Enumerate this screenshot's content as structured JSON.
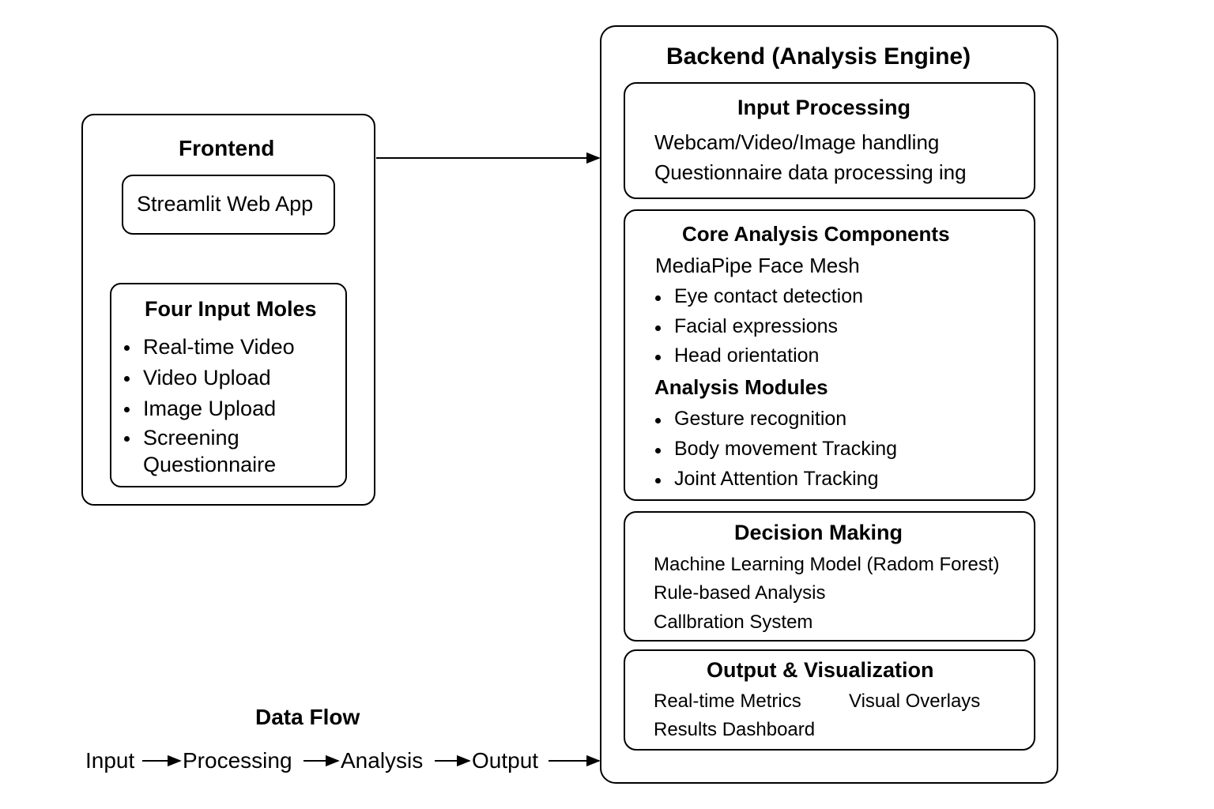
{
  "frontend": {
    "title": "Frontend",
    "app": "Streamlit Web App",
    "modes": {
      "title": "Four Input Moles",
      "items": [
        "Real-time Video",
        "Video Upload",
        "Image Upload",
        "Screening",
        "Questionnaire"
      ]
    }
  },
  "backend": {
    "title": "Backend (Analysis Engine)",
    "input": {
      "title": "Input Processing",
      "lines": [
        "Webcam/Video/Image handling",
        "Questionnaire data processing ing"
      ]
    },
    "core": {
      "title": "Core Analysis Components",
      "subtitle": "MediaPipe Face Mesh",
      "items": [
        "Eye contact detection",
        "Facial expressions",
        "Head orientation"
      ],
      "modules_title": "Analysis Modules",
      "modules": [
        "Gesture recognition",
        "Body movement Tracking",
        "Joint Attention Tracking"
      ]
    },
    "decision": {
      "title": "Decision Making",
      "lines": [
        "Machine Learning Model (Radom Forest)",
        "Rule-based Analysis",
        "Callbration System"
      ]
    },
    "output": {
      "title": "Output & Visualization",
      "lines": [
        "Real-time Metrics",
        "Visual Overlays",
        "Results Dashboard"
      ]
    }
  },
  "dataflow": {
    "title": "Data Flow",
    "steps": [
      "Input",
      "Processing",
      "Analysis",
      "Output"
    ]
  }
}
